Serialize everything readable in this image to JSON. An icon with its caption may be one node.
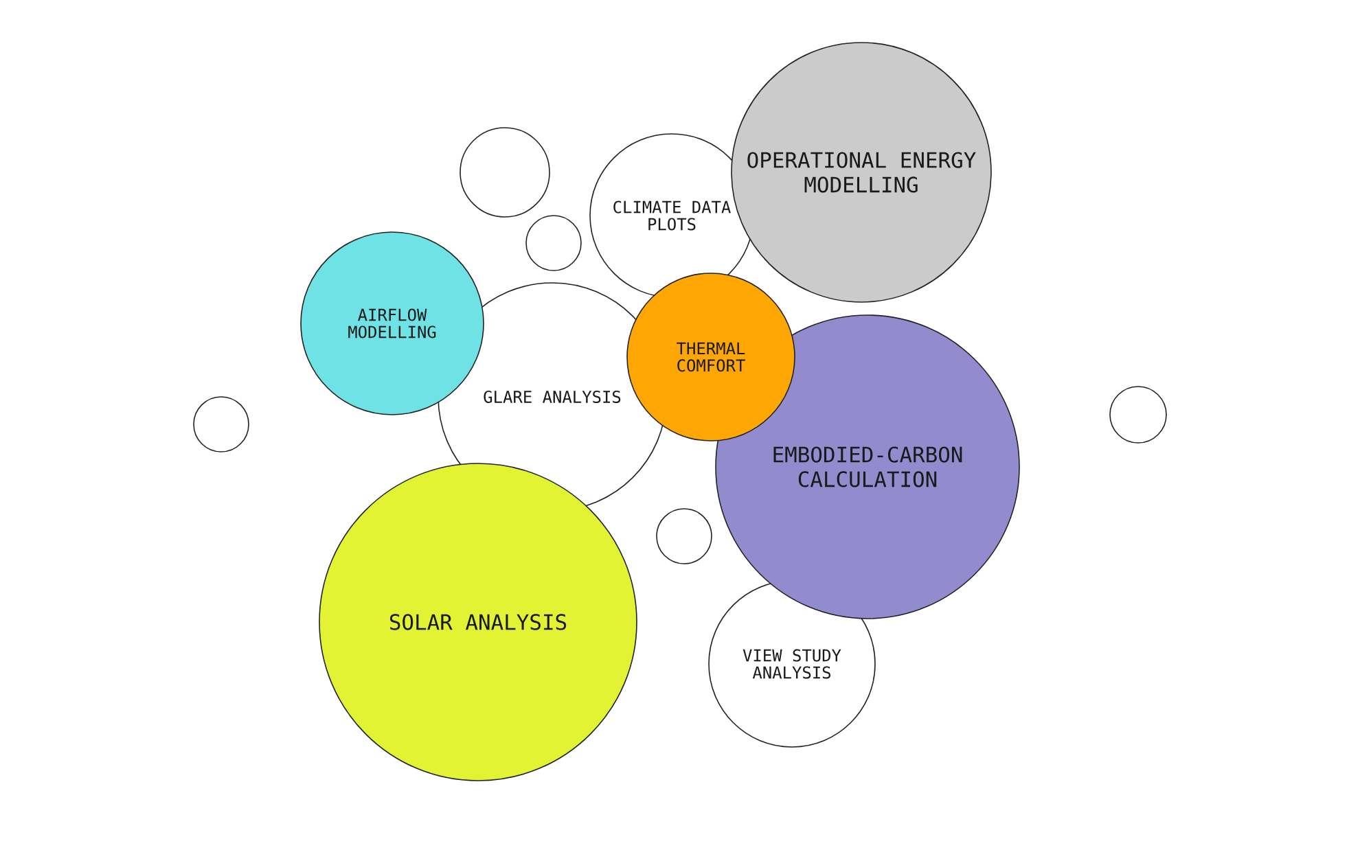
{
  "diagram": {
    "nodes": [
      {
        "text": [],
        "shape": "circle"
      },
      {
        "text": [
          "CLIMATE DATA PLOTS"
        ]
      },
      {
        "text": [
          "OPERATIONAL ENERGY MODELLING"
        ]
      },
      {
        "text": [],
        "shape": "circle"
      },
      {
        "text": [
          "AIRFLOW MODELLING"
        ]
      },
      {
        "text": [
          "THERMAL COMFORT"
        ]
      },
      {
        "text": [
          "GLARE ANALYSIS"
        ]
      },
      {
        "text": [],
        "shape": "circle"
      },
      {
        "text": [],
        "shape": "circle"
      },
      {
        "text": [
          "EMBODIED-CARBON CALCULATION"
        ]
      },
      {
        "text": [],
        "shape": "circle"
      },
      {
        "text": [
          "SOLAR ANALYSIS"
        ]
      },
      {
        "text": [
          "VIEW STUDY ANALYSIS"
        ]
      }
    ]
  }
}
